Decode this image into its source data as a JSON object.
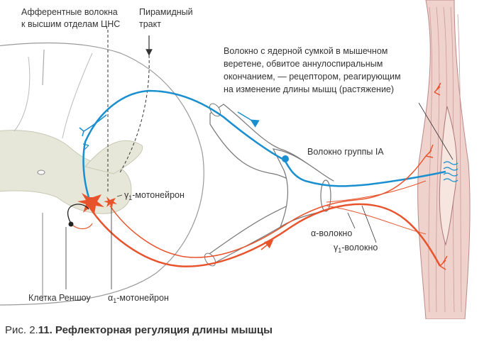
{
  "labels": {
    "afferent_1": "Афферентные волокна",
    "afferent_2": "к высшим отделам ЦНС",
    "pyramidal_1": "Пирамидный",
    "pyramidal_2": "тракт",
    "spindle_1": "Волокно с ядерной сумкой в мышечном",
    "spindle_2": "веретене, обвитое аннулоспиральным",
    "spindle_3": "окончанием, — рецептором, реагирующим",
    "spindle_4": "на изменение длины мышц (растяжение)",
    "fiber_ia": "Волокно группы IA",
    "gamma_motoneuron": "-мотонейрон",
    "alpha_fiber": "-волокно",
    "gamma_fiber": "-волокно",
    "renshaw_cell": "Клетка Реншоу",
    "alpha_motoneuron": "-мотонейрон",
    "gamma_symbol": "γ",
    "alpha_symbol": "α",
    "sub_1": "1"
  },
  "caption": {
    "prefix": "Рис. 2.",
    "number": "11.",
    "title": " Рефлекторная регуляция длины мышцы"
  },
  "colors": {
    "blue": "#1a8fcf",
    "red": "#e8532b",
    "gray_matter": "#e7e7d9",
    "muscle": "#f0d2cc"
  }
}
